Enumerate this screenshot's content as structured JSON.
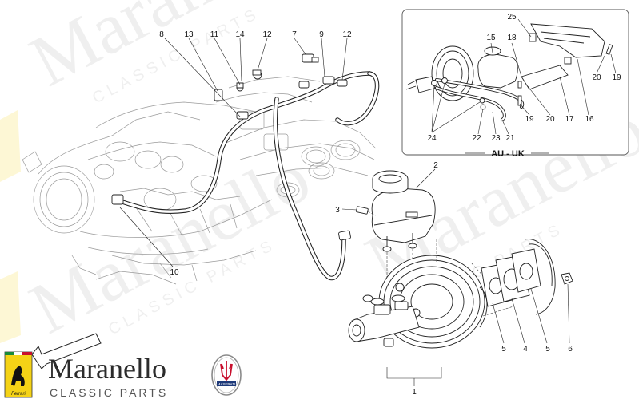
{
  "callouts": {
    "c8": "8",
    "c13": "13",
    "c11": "11",
    "c14": "14",
    "c12a": "12",
    "c7": "7",
    "c9": "9",
    "c12b": "12",
    "c2": "2",
    "c3": "3",
    "c10": "10",
    "c1": "1",
    "c5a": "5",
    "c4": "4",
    "c5b": "5",
    "c6": "6",
    "i25": "25",
    "i15": "15",
    "i18": "18",
    "i20a": "20",
    "i19a": "19",
    "i16": "16",
    "i17": "17",
    "i20b": "20",
    "i19b": "19",
    "i21": "21",
    "i23": "23",
    "i22": "22",
    "i24": "24"
  },
  "inset": {
    "title": "AU - UK"
  },
  "watermark": {
    "word": "Maranello",
    "sub": "CLASSIC PARTS"
  },
  "logo": {
    "word": "Maranello",
    "sub": "CLASSIC PARTS",
    "ferrari": "Ferrari",
    "maserati": "MASERATI"
  },
  "colors": {
    "ferrari_yellow": "#f5d316",
    "maserati_red": "#c8102e",
    "line": "#222222"
  }
}
